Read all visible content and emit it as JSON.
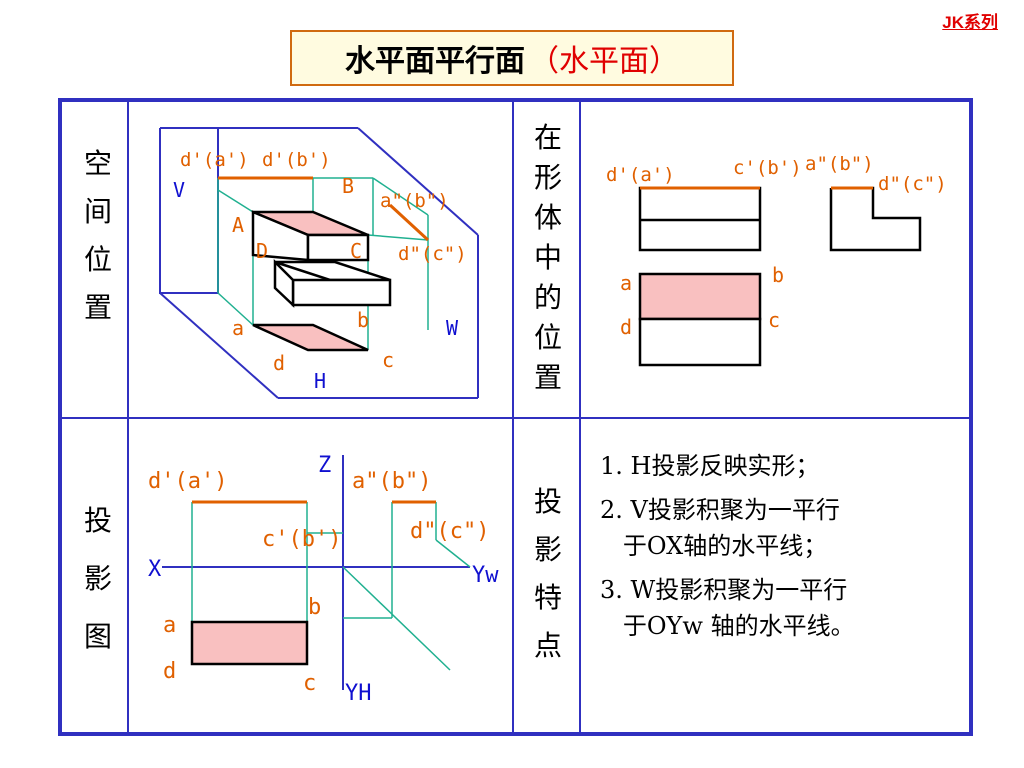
{
  "header": {
    "title_main": "水平面平行面",
    "title_sub": "（水平面）",
    "series": "JK系列"
  },
  "rows": {
    "spatial": [
      "空",
      "间",
      "位",
      "置"
    ],
    "in_solid": [
      "在",
      "形",
      "体",
      "中",
      "的",
      "位",
      "置"
    ],
    "projection": [
      "投",
      "影",
      "图"
    ],
    "features_head": [
      "投",
      "影",
      "特",
      "点"
    ]
  },
  "features": [
    "1. H投影反映实形；",
    "2. V投影积聚为一平行\n   于OX轴的水平线；",
    "3. W投影积聚为一平行\n   于OYw 轴的水平线。"
  ],
  "spatial_labels": {
    "top_v": "d'(a')",
    "top_v2": "d'(b')",
    "V": "V",
    "B": "B",
    "A": "A",
    "D": "D",
    "C": "C",
    "aw": "a\"(b\")",
    "dw": "d\"(c\")",
    "a": "a",
    "b": "b",
    "d": "d",
    "c": "c",
    "W": "W",
    "H": "H"
  },
  "solid_labels": {
    "dv": "d'(a')",
    "cv": "c'(b')",
    "aw": "a\"(b\")",
    "dw": "d\"(c\")",
    "a": "a",
    "b": "b",
    "c": "c",
    "d": "d"
  },
  "proj_labels": {
    "Z": "Z",
    "dv": "d'(a')",
    "aw": "a\"(b\")",
    "cv": "c'(b')",
    "dw": "d\"(c\")",
    "X": "X",
    "Yw": "Yw",
    "b": "b",
    "a": "a",
    "d": "d",
    "c": "c",
    "Yh": "YH"
  },
  "colors": {
    "face": "#f9c0c0",
    "edge": "#e06000",
    "frame": "#3030c0",
    "construct": "#20b090"
  }
}
